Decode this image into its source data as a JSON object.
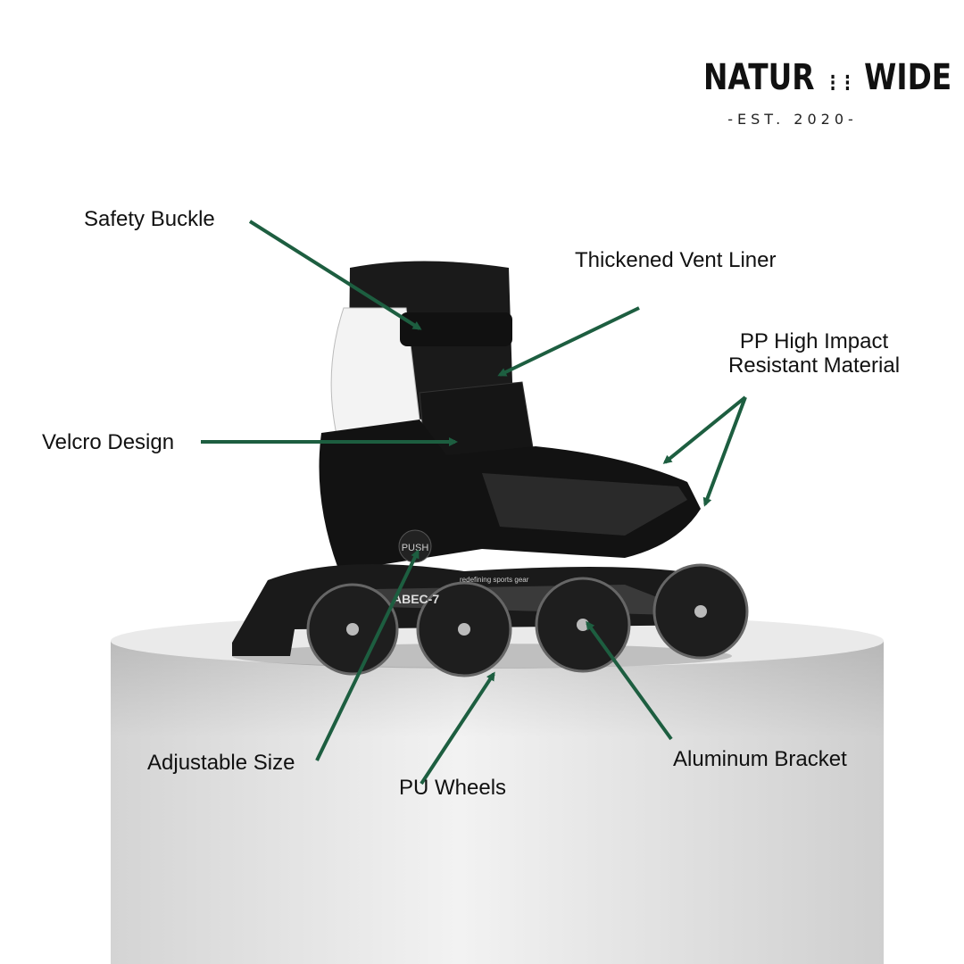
{
  "brand": {
    "name": "NATUR WIDE",
    "left": "NATUR",
    "right": "WIDE",
    "tagline": "-EST. 2020-"
  },
  "callouts": [
    {
      "label": "Safety Buckle"
    },
    {
      "label": "Thickened Vent Liner"
    },
    {
      "label": "PP High Impact",
      "label2": "Resistant Material"
    },
    {
      "label": "Velcro Design"
    },
    {
      "label": "Adjustable Size"
    },
    {
      "label": "PU Wheels"
    },
    {
      "label": "Aluminum Bracket"
    }
  ],
  "product_markings": [
    "PUSH",
    "ABEC-7",
    "redefining sports gear"
  ],
  "colors": {
    "arrow": "#1d5e40",
    "text": "#111111",
    "pedestal": "#e4e4e4"
  }
}
